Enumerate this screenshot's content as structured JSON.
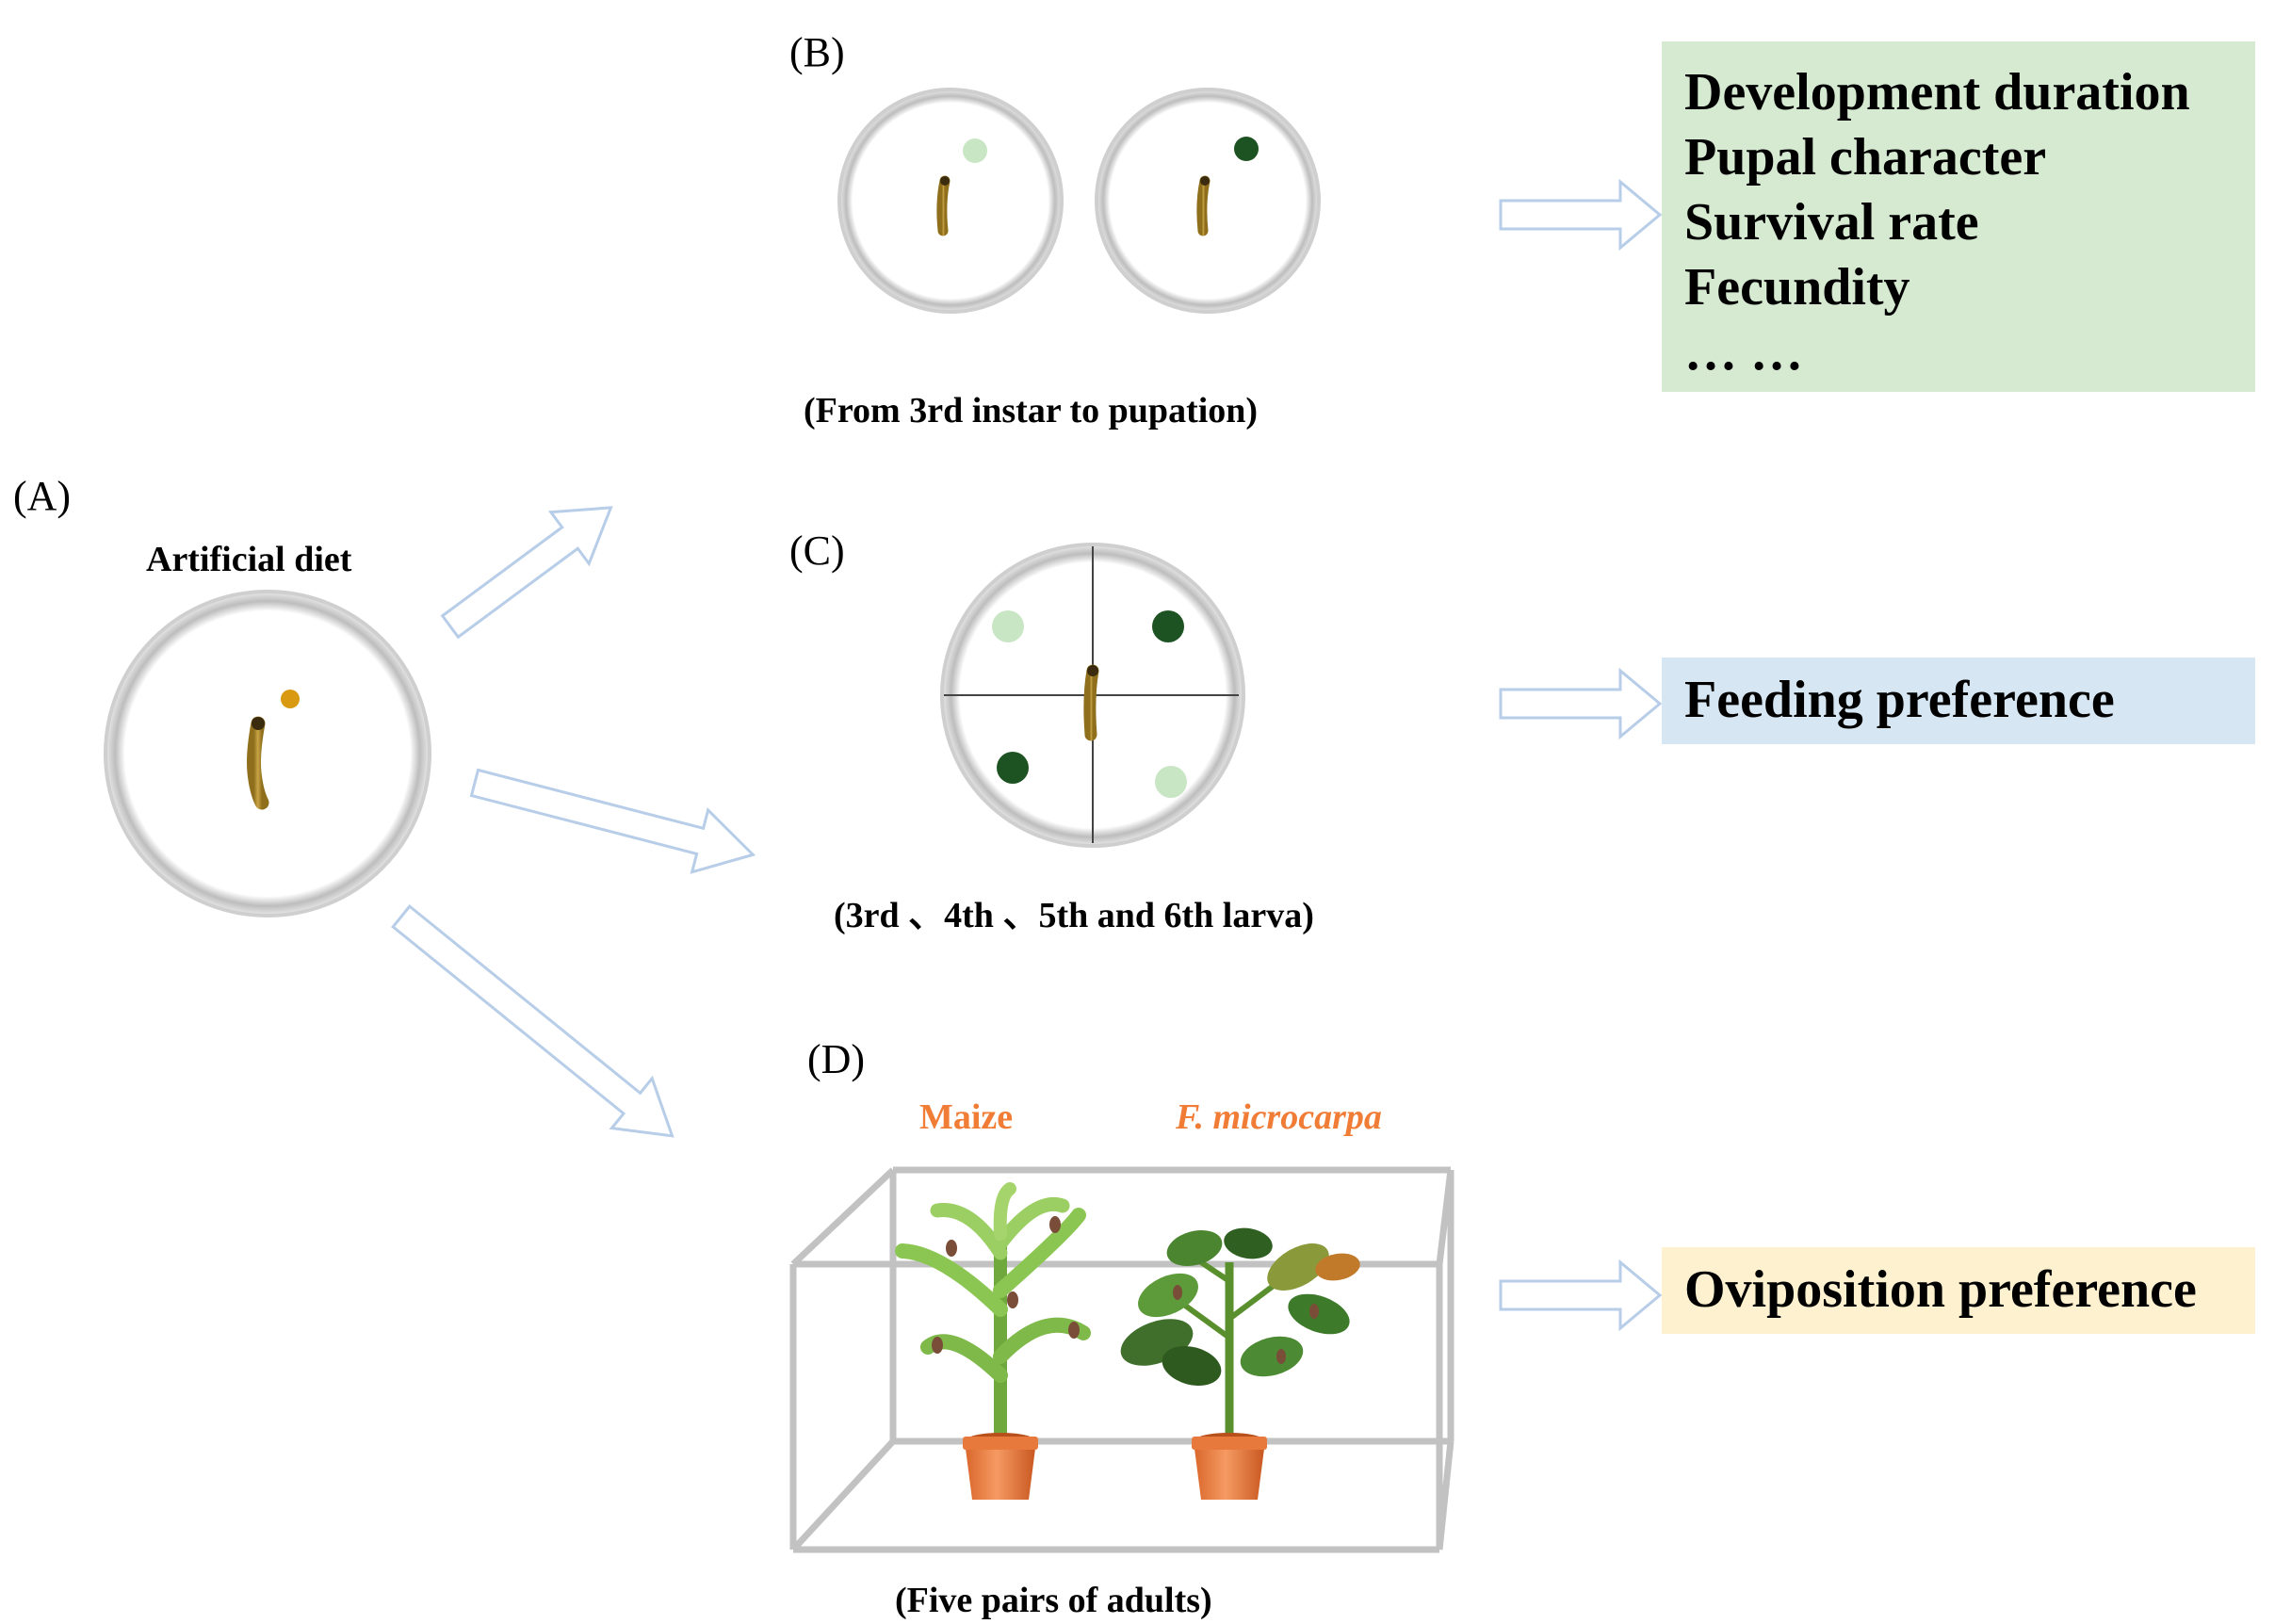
{
  "panels": {
    "A": {
      "letter": "(A)",
      "caption": "Artificial diet"
    },
    "B": {
      "letter": "(B)",
      "caption": "(From 3rd instar to pupation)"
    },
    "C": {
      "letter": "(C)",
      "caption": "(3rd 、4th 、5th  and 6th larva)"
    },
    "D": {
      "letter": "(D)",
      "caption": "(Five pairs of adults)",
      "plants": [
        "Maize",
        "F. microcarpa"
      ]
    }
  },
  "results": {
    "growth": [
      "Development duration",
      "Pupal character",
      "Survival rate",
      "Fecundity",
      "… …"
    ],
    "feeding": "Feeding preference",
    "oviposition": "Oviposition preference"
  },
  "colors": {
    "arrow_outline": "#b7cde8",
    "dish_rim": "#c4c4c4",
    "light_leaf": "#c8e6c4",
    "dark_leaf": "#1d5222",
    "diet_pellet": "#d99a12",
    "larva": "#b8922f",
    "growth_box": "#d5ead1",
    "feeding_box": "#d6e7f3",
    "oviposition_box": "#fdf1cf",
    "plant_label": "#f07c35",
    "pot": "#e8793c"
  }
}
